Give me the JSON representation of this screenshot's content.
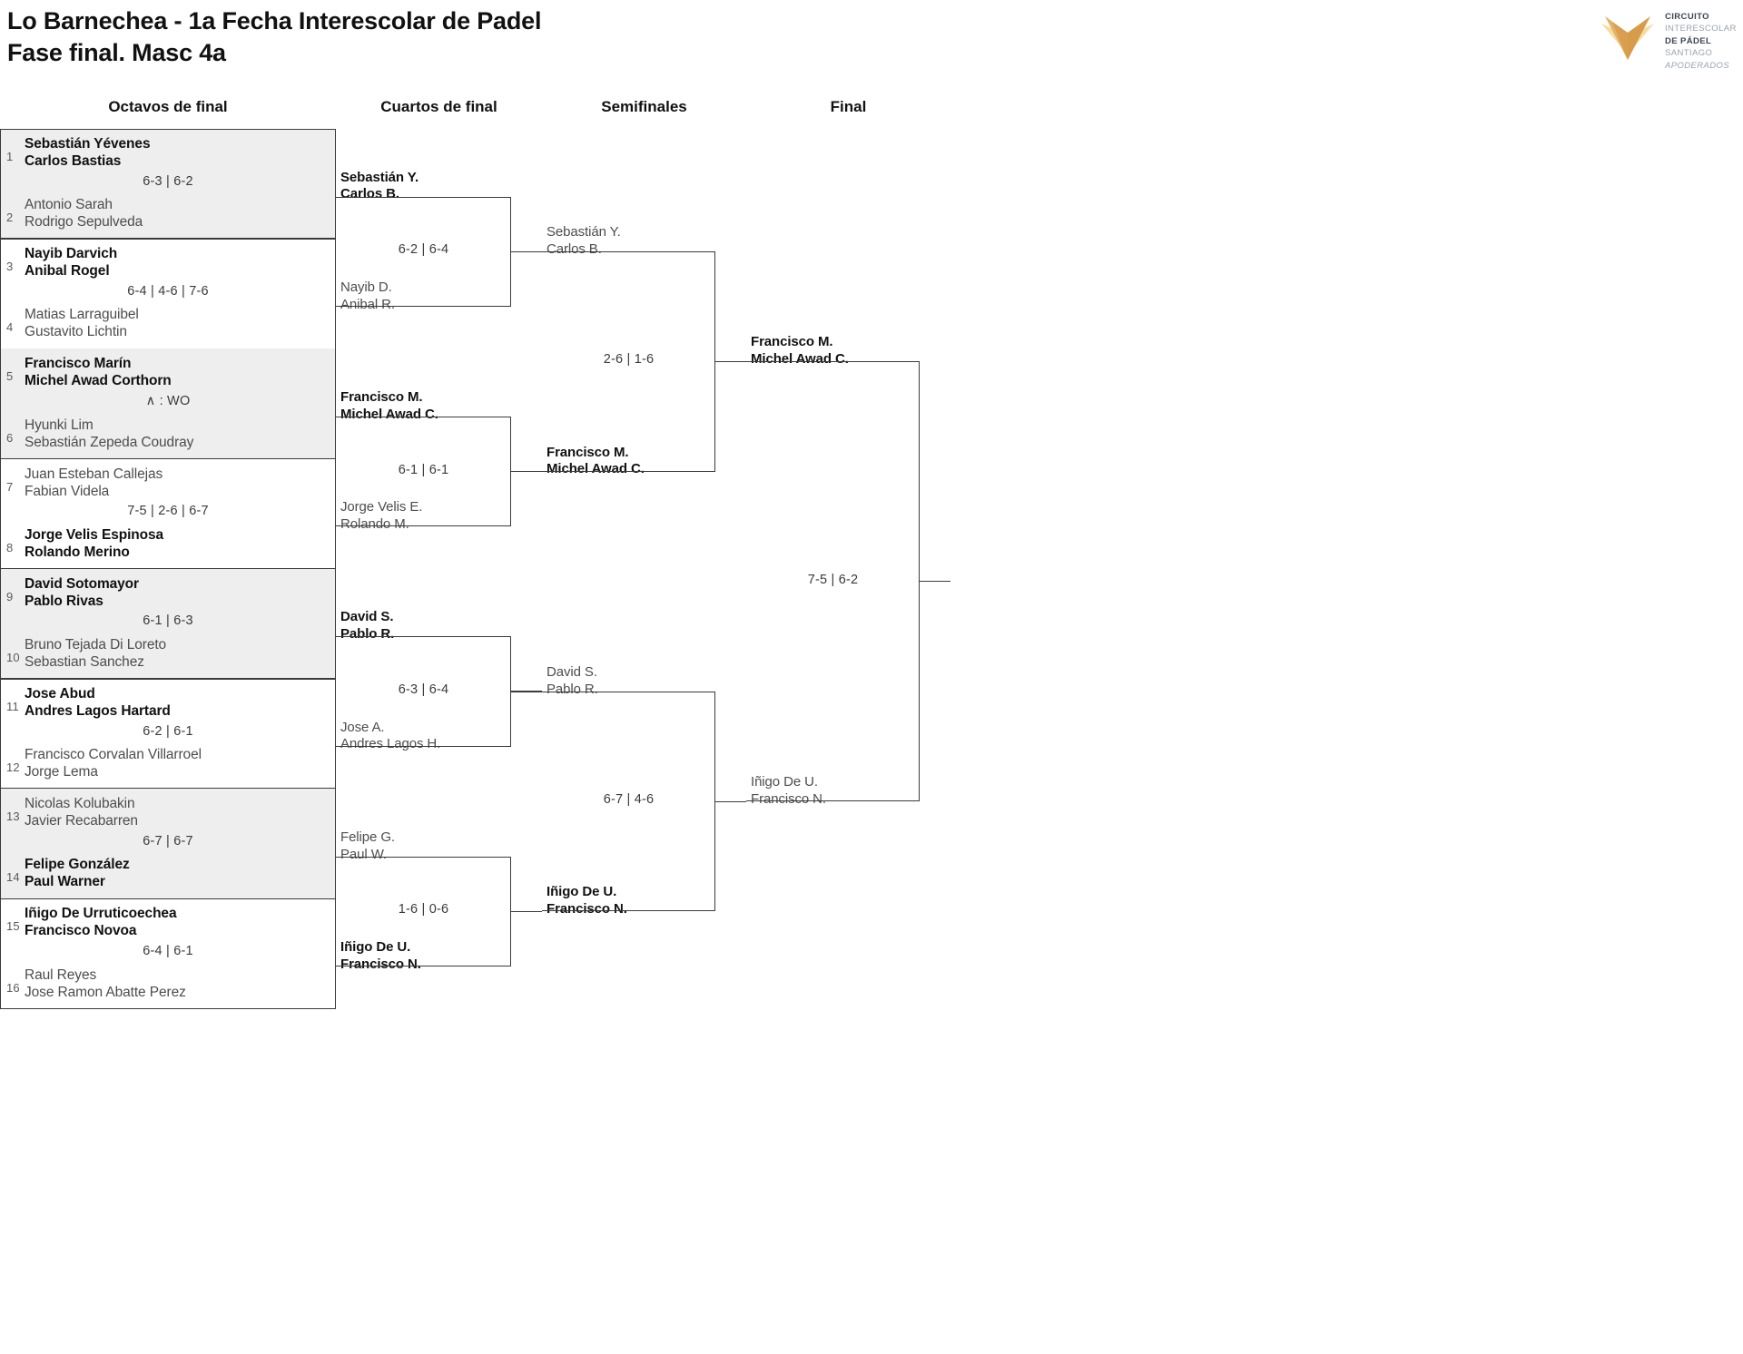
{
  "header": {
    "title_line1": "Lo Barnechea - 1a Fecha Interescolar de Padel",
    "title_line2": "Fase final. Masc 4a"
  },
  "logo": {
    "line1": "CIRCUITO",
    "line2": "INTERESCOLAR",
    "line3": "DE PÁDEL",
    "line4": "SANTIAGO",
    "line5": "APODERADOS",
    "color_dark": "#d79b4a",
    "color_mid": "#e3b26a",
    "color_light": "#f7dca2"
  },
  "rounds": [
    {
      "id": "octavos",
      "label": "Octavos de final"
    },
    {
      "id": "cuartos",
      "label": "Cuartos de final"
    },
    {
      "id": "semifinales",
      "label": "Semifinales"
    },
    {
      "id": "final",
      "label": "Final"
    }
  ],
  "round1": {
    "entries": [
      {
        "seed": "1",
        "p1": "Sebastián Yévenes",
        "p2": "Carlos Bastias",
        "winner": true
      },
      {
        "seed": "2",
        "p1": "Antonio Sarah",
        "p2": "Rodrigo Sepulveda",
        "winner": false
      },
      {
        "seed": "3",
        "p1": "Nayib Darvich",
        "p2": "Anibal Rogel",
        "winner": true
      },
      {
        "seed": "4",
        "p1": "Matias Larraguibel",
        "p2": "Gustavito Lichtin",
        "winner": false
      },
      {
        "seed": "5",
        "p1": "Francisco Marín",
        "p2": "Michel Awad Corthorn",
        "winner": true
      },
      {
        "seed": "6",
        "p1": "Hyunki Lim",
        "p2": "Sebastián Zepeda Coudray",
        "winner": false
      },
      {
        "seed": "7",
        "p1": "Juan Esteban Callejas",
        "p2": "Fabian Videla",
        "winner": false
      },
      {
        "seed": "8",
        "p1": "Jorge Velis Espinosa",
        "p2": "Rolando Merino",
        "winner": true
      },
      {
        "seed": "9",
        "p1": "David Sotomayor",
        "p2": "Pablo Rivas",
        "winner": true
      },
      {
        "seed": "10",
        "p1": "Bruno Tejada Di Loreto",
        "p2": "Sebastian Sanchez",
        "winner": false
      },
      {
        "seed": "11",
        "p1": "Jose Abud",
        "p2": "Andres Lagos Hartard",
        "winner": true
      },
      {
        "seed": "12",
        "p1": "Francisco Corvalan Villarroel",
        "p2": "Jorge Lema",
        "winner": false
      },
      {
        "seed": "13",
        "p1": "Nicolas Kolubakin",
        "p2": "Javier Recabarren",
        "winner": false
      },
      {
        "seed": "14",
        "p1": "Felipe González",
        "p2": "Paul Warner",
        "winner": true
      },
      {
        "seed": "15",
        "p1": "Iñigo De Urruticoechea",
        "p2": "Francisco Novoa",
        "winner": true
      },
      {
        "seed": "16",
        "p1": "Raul Reyes",
        "p2": "Jose Ramon Abatte Perez",
        "winner": false
      }
    ],
    "scores": [
      "6-3 | 6-2",
      "6-4 | 4-6 | 7-6",
      "∧ : WO",
      "7-5 | 2-6 | 6-7",
      "6-1 | 6-3",
      "6-2 | 6-1",
      "6-7 | 6-7",
      "6-4 | 6-1"
    ]
  },
  "round2": {
    "entries": [
      {
        "p1": "Sebastián Y.",
        "p2": "Carlos B.",
        "winner": true
      },
      {
        "p1": "Nayib D.",
        "p2": "Anibal R.",
        "winner": false
      },
      {
        "p1": "Francisco M.",
        "p2": "Michel Awad C.",
        "winner": true
      },
      {
        "p1": "Jorge Velis E.",
        "p2": "Rolando M.",
        "winner": false
      },
      {
        "p1": "David S.",
        "p2": "Pablo R.",
        "winner": true
      },
      {
        "p1": "Jose A.",
        "p2": "Andres Lagos H.",
        "winner": false
      },
      {
        "p1": "Felipe G.",
        "p2": "Paul W.",
        "winner": false
      },
      {
        "p1": "Iñigo De U.",
        "p2": "Francisco N.",
        "winner": true
      }
    ],
    "scores": [
      "6-2 | 6-4",
      "6-1 | 6-1",
      "6-3 | 6-4",
      "1-6 | 0-6"
    ]
  },
  "round3": {
    "entries": [
      {
        "p1": "Sebastián Y.",
        "p2": "Carlos B.",
        "winner": false
      },
      {
        "p1": "Francisco M.",
        "p2": "Michel Awad C.",
        "winner": true
      },
      {
        "p1": "David S.",
        "p2": "Pablo R.",
        "winner": false
      },
      {
        "p1": "Iñigo De U.",
        "p2": "Francisco N.",
        "winner": true
      }
    ],
    "scores": [
      "2-6 | 1-6",
      "6-7 | 4-6"
    ]
  },
  "round4": {
    "entries": [
      {
        "p1": "Francisco M.",
        "p2": "Michel Awad C.",
        "winner": true
      },
      {
        "p1": "Iñigo De U.",
        "p2": "Francisco N.",
        "winner": false
      }
    ],
    "scores": [
      "7-5 | 6-2"
    ]
  }
}
